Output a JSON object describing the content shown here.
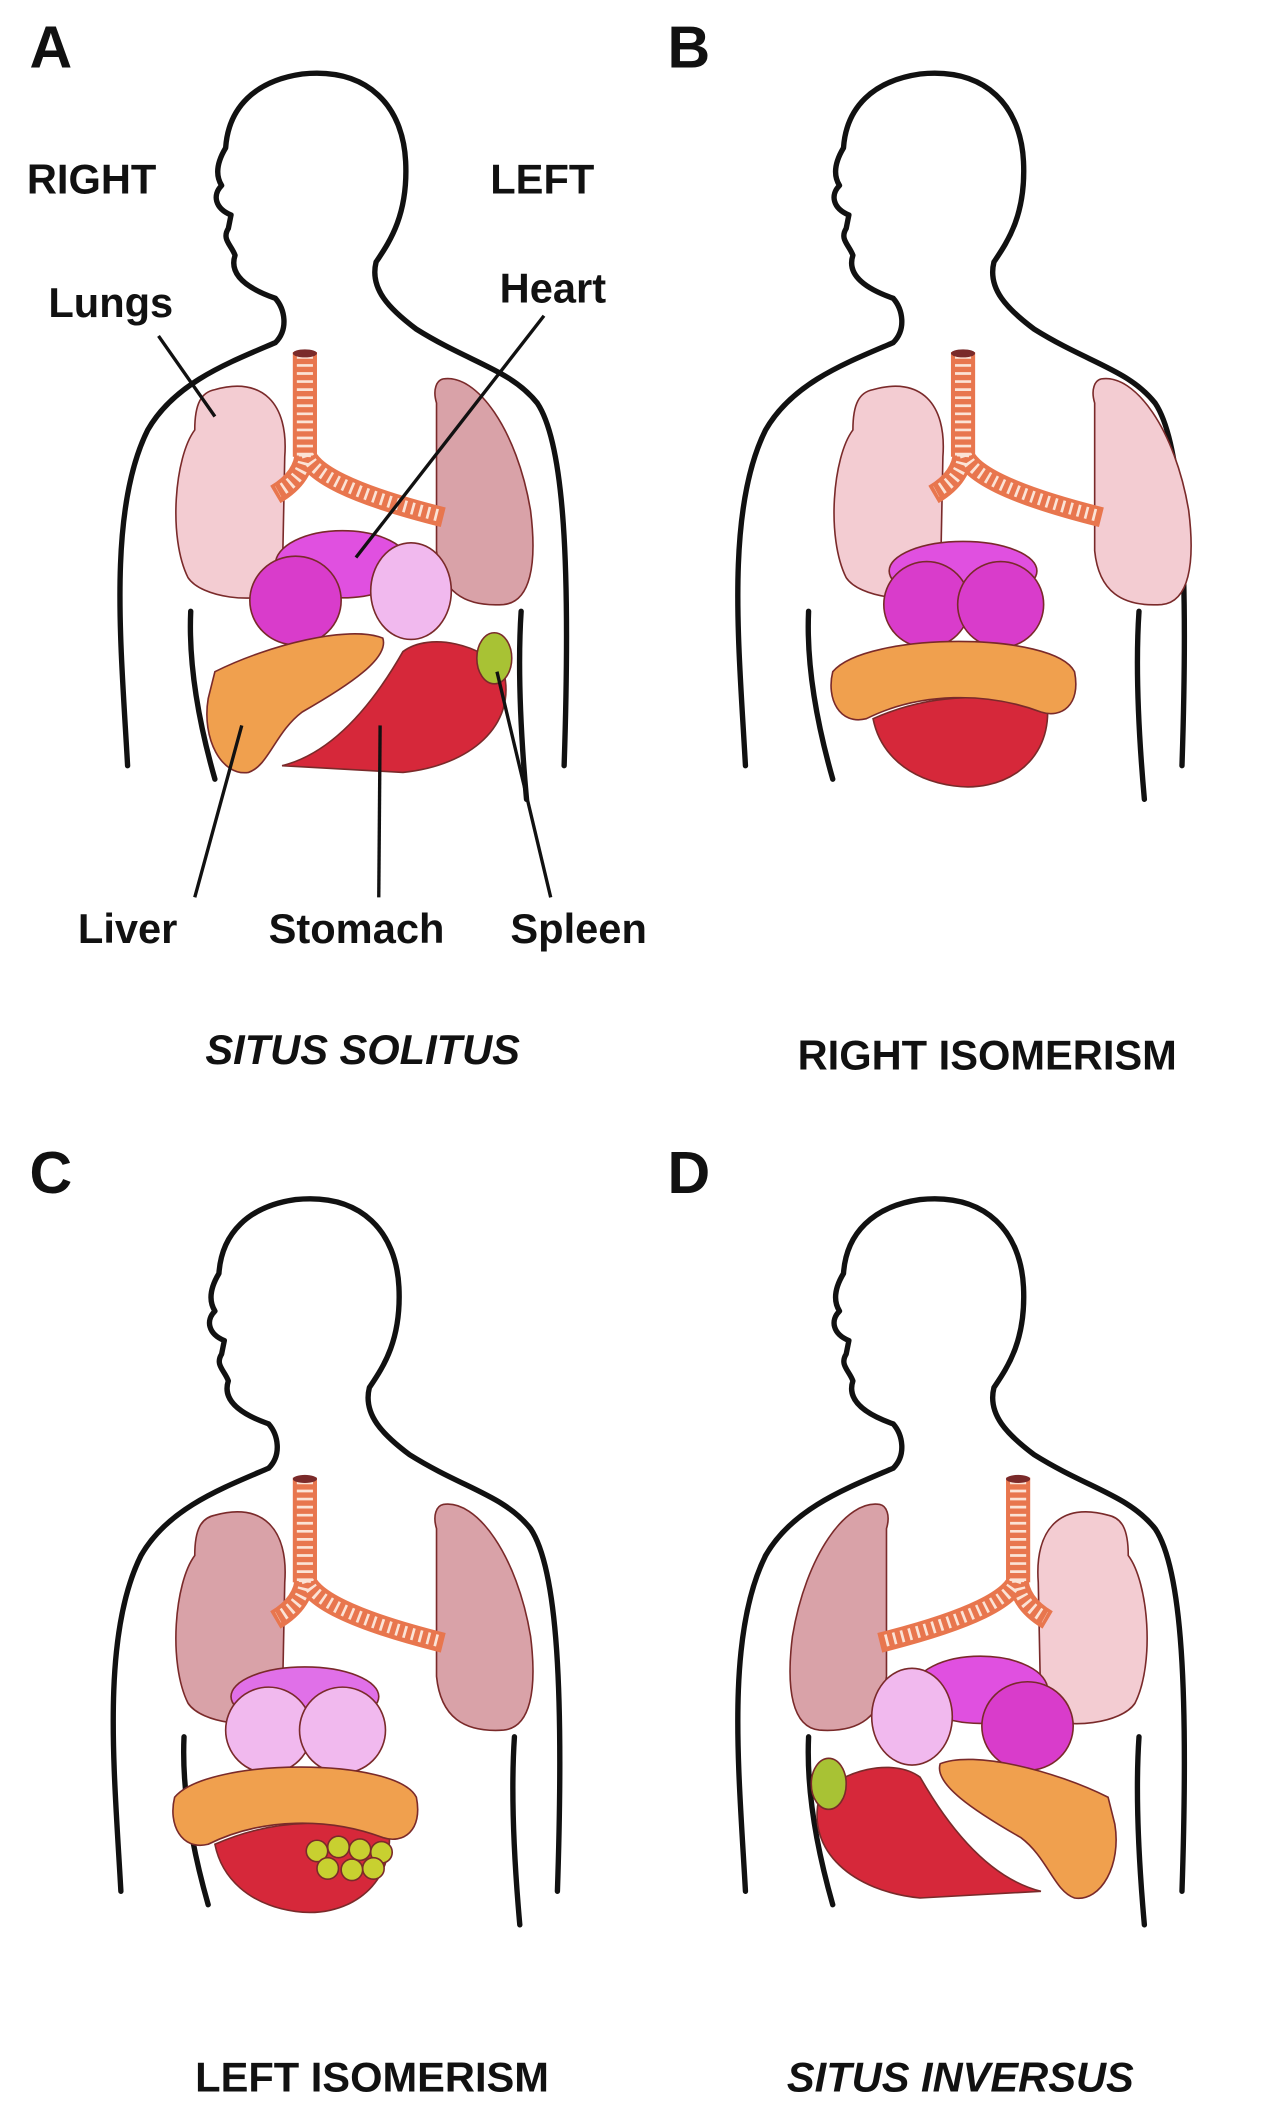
{
  "panels": [
    {
      "letter": "A",
      "title": "SITUS SOLITUS"
    },
    {
      "letter": "B",
      "title": "RIGHT ISOMERISM"
    },
    {
      "letter": "C",
      "title": "LEFT ISOMERISM"
    },
    {
      "letter": "D",
      "title": "SITUS INVERSUS"
    }
  ],
  "orientation": {
    "right": "RIGHT",
    "left": "LEFT"
  },
  "labels": {
    "lungs": "Lungs",
    "heart": "Heart",
    "liver": "Liver",
    "stomach": "Stomach",
    "spleen": "Spleen"
  },
  "colors": {
    "lung_right_type": "#f3ccd2",
    "lung_left_type": "#d9a2a8",
    "trachea": "#e8764e",
    "heart_dark": "#d93ccb",
    "heart_light": "#f1b9ee",
    "liver": "#f0a04e",
    "stomach": "#d6283a",
    "spleen": "#a8c234"
  }
}
